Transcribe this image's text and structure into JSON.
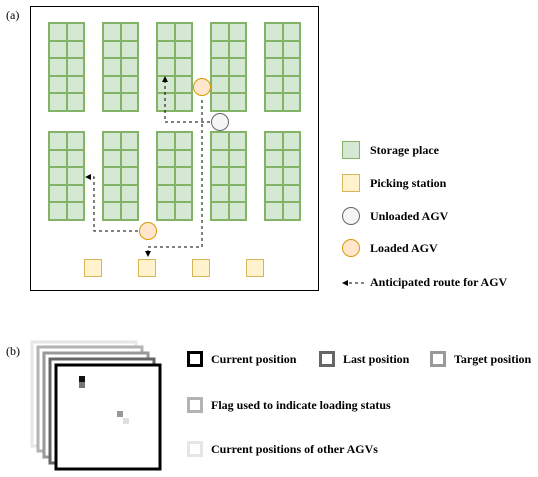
{
  "panel_a": {
    "label": "(a)",
    "legend": {
      "storage": "Storage place",
      "picking": "Picking station",
      "unloaded": "Unloaded AGV",
      "loaded": "Loaded AGV",
      "route": "Anticipated route for AGV"
    }
  },
  "panel_b": {
    "label": "(b)",
    "legend": {
      "current": "Current position",
      "last": "Last position",
      "target": "Target position",
      "flag": "Flag used to indicate loading status",
      "others": "Current positions of other AGVs"
    }
  },
  "colors": {
    "storage_fill": "#d5e8d4",
    "storage_stroke": "#82b366",
    "station_fill": "#fff2cc",
    "station_stroke": "#d6b656",
    "loaded_fill": "#ffe6cc",
    "loaded_stroke": "#d79b00",
    "unloaded_fill": "#f5f5f5",
    "unloaded_stroke": "#666666"
  }
}
